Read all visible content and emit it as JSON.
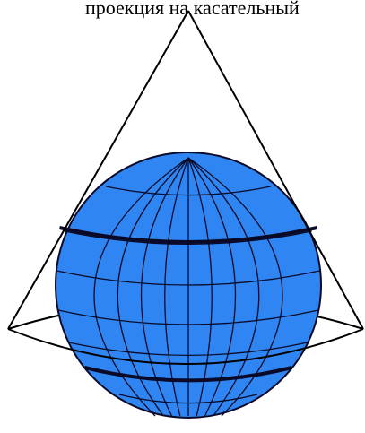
{
  "caption": "проекция на касательный",
  "colors": {
    "globe_fill": "#2f86f2",
    "globe_lines": "#0a0a28",
    "cone_lines": "#000000",
    "background": "#ffffff"
  },
  "figure": {
    "subject": "globe-inside-tangent-cone",
    "meridian_count": 9,
    "parallel_count": 7,
    "tangent_parallels": 2
  }
}
